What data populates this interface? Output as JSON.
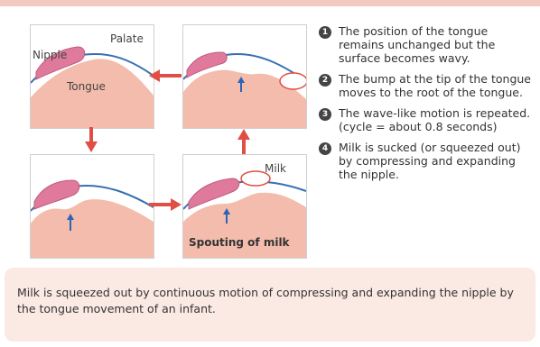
{
  "colors": {
    "top_bar": "#f4c9bf",
    "tongue_fill": "#f3bcac",
    "palate_line": "#3a6fb0",
    "nipple_fill": "#e07a9c",
    "arrow_red": "#e04f45",
    "arrow_blue": "#2a64b8",
    "badge": "#444444",
    "summary_bg": "#fbe9e4",
    "panel_border": "#cfcfcf"
  },
  "panels": {
    "p1": {
      "label_palate": "Palate",
      "label_nipple": "Nipple",
      "label_tongue": "Tongue"
    },
    "p4": {
      "label_milk": "Milk",
      "caption": "Spouting of milk"
    }
  },
  "arrows": {
    "flow": [
      "left",
      "down",
      "right",
      "up"
    ],
    "icons": [
      "red-arrow-icon",
      "blue-up-arrow-icon"
    ]
  },
  "steps": [
    {
      "num": "1",
      "text": "The position of the tongue remains unchanged but the surface becomes wavy."
    },
    {
      "num": "2",
      "text": "The bump at the tip of the tongue moves to the root of the tongue."
    },
    {
      "num": "3",
      "text": "The wave-like motion is repeated. (cycle = about 0.8 seconds)"
    },
    {
      "num": "4",
      "text": "Milk is sucked (or squeezed out) by compressing and expanding the nipple."
    }
  ],
  "summary": "Milk is squeezed out by continuous motion of compressing and expanding the nipple by the tongue movement of an infant."
}
